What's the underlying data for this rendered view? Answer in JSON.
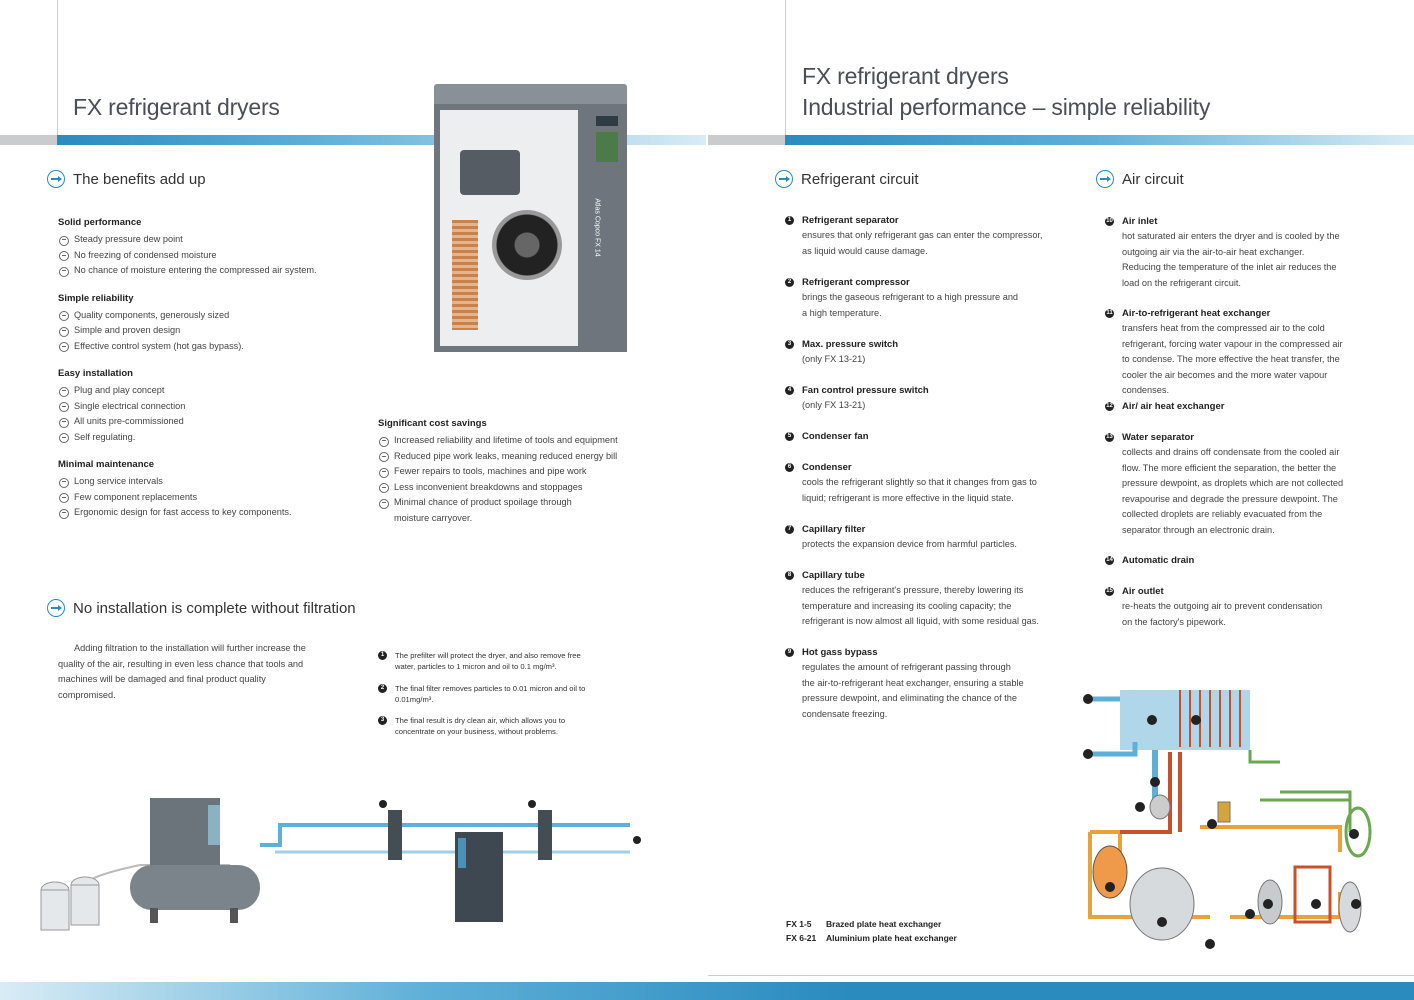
{
  "left": {
    "title": "FX refrigerant dryers",
    "benefits_heading": "The benefits add up",
    "groups": [
      {
        "heading": "Solid performance",
        "items": [
          "Steady pressure dew point",
          "No freezing of condensed moisture",
          "No chance of moisture entering the compressed air system."
        ]
      },
      {
        "heading": "Simple reliability",
        "items": [
          "Quality components, generously sized",
          "Simple and proven design",
          "Effective control system (hot gas bypass)."
        ]
      },
      {
        "heading": "Easy installation",
        "items": [
          "Plug and play concept",
          "Single electrical connection",
          "All units pre-commissioned",
          "Self regulating."
        ]
      },
      {
        "heading": "Minimal maintenance",
        "items": [
          "Long service intervals",
          "Few component replacements",
          "Ergonomic design for fast access to key components."
        ]
      }
    ],
    "savings": {
      "heading": "Significant cost savings",
      "items": [
        "Increased reliability and lifetime of tools and equipment",
        "Reduced pipe work leaks, meaning reduced energy bill",
        "Fewer repairs to tools, machines and pipe work",
        "Less inconvenient breakdowns and stoppages",
        "Minimal chance of product spoilage through moisture carryover."
      ]
    },
    "filtration_heading": "No installation is complete without filtration",
    "filtration_text": "Adding filtration to the installation will further increase the quality of the air, resulting in even less chance that tools and machines will be damaged and final product quality compromised.",
    "filtration_points": [
      {
        "n": "1",
        "text": "The prefilter will protect the dryer, and also remove free water, particles to 1 micron and oil to 0.1 mg/m³."
      },
      {
        "n": "2",
        "text": "The final filter removes particles to 0.01 micron and oil to 0.01mg/m³."
      },
      {
        "n": "3",
        "text": "The final result is dry clean air, which allows you to concentrate on your business, without problems."
      }
    ],
    "dryer_brand": "Atlas Copco",
    "dryer_model": "FX 14"
  },
  "right": {
    "title_line1": "FX refrigerant dryers",
    "title_line2": "Industrial performance – simple reliability",
    "refrigerant_heading": "Refrigerant circuit",
    "refrigerant_items": [
      {
        "n": "1",
        "name": "Refrigerant separator",
        "desc": "ensures that only refrigerant gas can enter the compressor, as liquid would cause damage."
      },
      {
        "n": "2",
        "name": "Refrigerant compressor",
        "desc": "brings the gaseous refrigerant to a high pressure and a high temperature."
      },
      {
        "n": "3",
        "name": "Max. pressure switch",
        "desc": "(only FX 13-21)"
      },
      {
        "n": "4",
        "name": "Fan control pressure switch",
        "desc": "(only FX 13-21)"
      },
      {
        "n": "5",
        "name": "Condenser fan",
        "desc": ""
      },
      {
        "n": "6",
        "name": "Condenser",
        "desc": "cools the refrigerant slightly so that it changes from gas to liquid; refrigerant is more effective in the liquid state."
      },
      {
        "n": "7",
        "name": "Capillary filter",
        "desc": "protects the expansion device from harmful particles."
      },
      {
        "n": "8",
        "name": "Capillary tube",
        "desc": "reduces the refrigerant's pressure, thereby lowering its temperature and increasing its cooling capacity; the refrigerant is now almost all liquid, with some residual gas."
      },
      {
        "n": "9",
        "name": "Hot gass bypass",
        "desc": "regulates the amount of refrigerant passing through the air-to-refrigerant heat exchanger, ensuring a stable pressure dewpoint, and eliminating the chance of the condensate freezing."
      }
    ],
    "air_heading": "Air circuit",
    "air_items": [
      {
        "n": "10",
        "name": "Air inlet",
        "desc": "hot saturated air enters the dryer and is cooled by the outgoing air via the air-to-air heat exchanger. Reducing the temperature of the inlet air reduces the load on the refrigerant circuit."
      },
      {
        "n": "11",
        "name": "Air-to-refrigerant heat exchanger",
        "desc": "transfers heat from the compressed air to the cold refrigerant, forcing water vapour in the compressed air to condense. The more effective the heat transfer, the cooler the air becomes and the more water vapour condenses."
      },
      {
        "n": "12",
        "name": "Air/ air heat exchanger",
        "desc": ""
      },
      {
        "n": "13",
        "name": "Water separator",
        "desc": "collects and drains off condensate from the cooled air flow. The more efficient the separation, the better the pressure dewpoint, as droplets which are not collected revapourise and degrade the pressure dewpoint. The collected droplets are reliably evacuated from the separator through an electronic drain."
      },
      {
        "n": "14",
        "name": "Automatic drain",
        "desc": ""
      },
      {
        "n": "15",
        "name": "Air outlet",
        "desc": "re-heats the outgoing air to prevent condensation on the factory's pipework."
      }
    ],
    "legend": [
      {
        "model": "FX 1-5",
        "text": "Brazed plate heat exchanger"
      },
      {
        "model": "FX 6-21",
        "text": "Aluminium plate heat exchanger"
      }
    ]
  },
  "colors": {
    "accent": "#2a8bbf",
    "band_light": "#d8ecf5",
    "grey_band": "#c9cbcd",
    "orange": "#e8a23a",
    "red": "#c8502a",
    "green": "#6aa84f"
  }
}
